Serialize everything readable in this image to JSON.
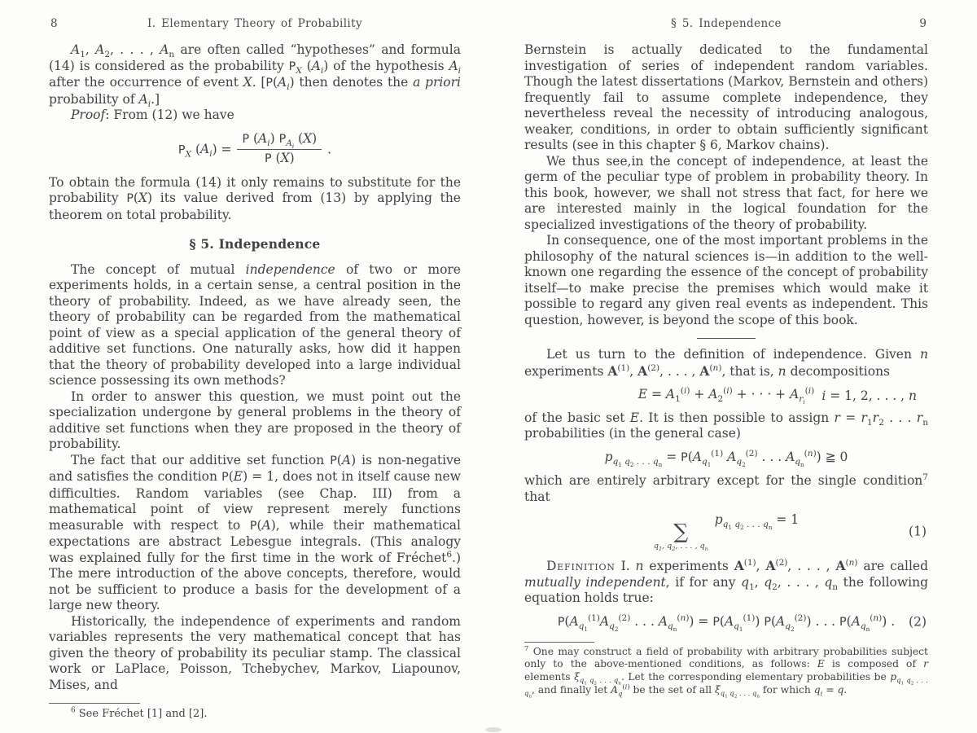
{
  "meta": {
    "page_bg": "#fdfdfc",
    "text_color": "#414141"
  },
  "left_page": {
    "page_number": "8",
    "running_title": "I.  Elementary Theory of Probability",
    "para_hypotheses": "<i>A</i><sub>1</sub>, <i>A</i><sub>2</sub>, . . . , <i>A</i><sub>n</sub> are often called “hypotheses” and formula (14) is considered as the probability <span class='pfn'>P</span><sub><i>X</i></sub> (<i>A<sub>i</sub></i>) of the hypothesis <i>A<sub>i</sub></i> after the occurrence of event <i>X</i>. [<span class='pfn'>P</span>(<i>A<sub>i</sub></i>) then denotes the <i>a priori</i> probability of <i>A<sub>i</sub></i>.]",
    "para_proof": "<i>Proof</i>: From (12) we have",
    "formula_bayes": "<span class='pfn'>P</span><sub><i>X</i></sub> (<i>A<sub>i</sub></i>) = <span class='frac'><span class='fnum'><span class='pfn'>P</span> (<i>A<sub>i</sub></i>) <span class='pfn'>P</span><sub><i>A<sub>i</sub></i></sub> (<i>X</i>)</span><span class='fden'><span class='pfn'>P</span> (<i>X</i>)</span></span> .",
    "para_obtain": "To obtain the formula (14) it only remains to substitute for the probability <span class='pfn'>P</span>(<i>X</i>) its value derived from (13) by applying the theorem on total probability.",
    "section_heading": "§ 5.  Independence",
    "para_concept": "The concept of mutual <i>independence</i> of two or more experiments holds, in a certain sense, a central position in the theory of probability. Indeed, as we have already seen, the theory of probability can be regarded from the mathematical point of view as a special application of the general theory of additive set functions. One naturally asks, how did it happen that the theory of probability developed into a large individual science possessing its own methods?",
    "para_inorder": "In order to answer this question, we must point out the specialization undergone by general problems in the theory of additive set functions when they are proposed in the theory of probability.",
    "para_fact": "The fact that our additive set function <span class='pfn'>P</span>(<i>A</i>) is non-negative and satisfies the condition <span class='pfn'>P</span>(<i>E</i>) = 1, does not in itself cause new difficulties. Random variables (see Chap. III) from a mathematical point of view represent merely functions measurable with respect to <span class='pfn'>P</span>(<i>A</i>), while their mathematical expectations are abstract Lebesgue integrals. (This analogy was explained fully for the first time in the work of Fréchet<sup>6</sup>.) The mere introduction of the above concepts, therefore, would not be sufficient to produce a basis for the development of a large new theory.",
    "para_historically": "Historically, the independence of experiments and random variables represents the very mathematical concept that has given the theory of probability its peculiar stamp. The classical work or LaPlace, Poisson, Tchebychev, Markov, Liapounov, Mises, and",
    "footnote": "<sup>6</sup> See Fréchet [1] and [2]."
  },
  "right_page": {
    "running_title": "§ 5.  Independence",
    "page_number": "9",
    "para_bernstein": "Bernstein is actually dedicated to the fundamental investigation of series of independent random variables. Though the latest dissertations (Markov, Bernstein and others) frequently fail to assume complete independence, they nevertheless reveal the necessity of introducing analogous, weaker, conditions, in order to obtain sufficiently significant results (see in this chapter § 6, Markov chains).",
    "para_wethussee": "We thus see,in the concept of independence, at least the germ of the peculiar type of problem in probability theory. In this book, however, we shall not stress that fact, for here we are interested mainly in the logical foundation for the specialized investigations of the theory of probability.",
    "para_inconsequence": "In consequence, one of the most important problems in the philosophy of the natural sciences is—in addition to the well-known one regarding the essence of the concept of probability itself—to make precise the premises which would make it possible to regard any given real events as independent. This question, however, is beyond the scope of this book.",
    "para_letusturn": "Let us turn to the definition of independence. Given <i>n</i> experiments 𝔄<sup>(1)</sup>, 𝔄<sup>(2)</sup>, . . . , 𝔄<sup>(<i>n</i>)</sup>, that is, <i>n</i> decompositions",
    "eq_decomposition": "<i>E</i> = <i>A</i><sub>1</sub><sup>(<i>i</i>)</sup> + <i>A</i><sub>2</sub><sup>(<i>i</i>)</sup> + · · · + <i>A</i><sub><i>r<sub>i</sub></i></sub><sup>(<i>i</i>)</sup>",
    "eq_decomposition_side": "<i>i</i> = 1, 2, . . . , <i>n</i>",
    "para_basicset": "of the basic set <i>E</i>. It is then possible to assign <i>r</i> = <i>r</i><sub>1</sub><i>r</i><sub>2</sub> . . . <i>r</i><sub>n</sub> probabilities (in the general case)",
    "eq_probabilities": "<i>p</i><sub><i>q</i><sub>1</sub> <i>q</i><sub>2</sub> . . . <i>q</i><sub>n</sub></sub> = <span class='pfn'>P</span>(<i>A</i><sub><i>q</i><sub>1</sub></sub><sup>(1)</sup> <i>A</i><sub><i>q</i><sub>2</sub></sub><sup>(2)</sup> . . . <i>A</i><sub><i>q</i><sub>n</sub></sub><sup>(<i>n</i>)</sup>) ≧ 0",
    "para_arbitrary": "which are entirely arbitrary except for the single condition<sup>7</sup> that",
    "eq_sum": "<span class='sum'><span class='sg'>∑</span><span class='ss'><i>q</i><sub>1</sub>, <i>q</i><sub>2</sub>, . . . , <i>q</i><sub>n</sub></span></span> <i>p</i><sub><i>q</i><sub>1</sub> <i>q</i><sub>2</sub> . . . <i>q</i><sub>n</sub></sub> = 1",
    "eq_sum_number": "(1)",
    "para_definition": "<span class='sc'>Definition</span> I. <i>n</i> experiments 𝔄<sup>(1)</sup>, 𝔄<sup>(2)</sup>, . . . , 𝔄<sup>(<i>n</i>)</sup> are called <i>mutually independent</i>, if for any <i>q</i><sub>1</sub>, <i>q</i><sub>2</sub>, . . . , <i>q</i><sub>n</sub> the following equation holds true:",
    "eq_product": "<span class='pfn'>P</span>(<i>A</i><sub><i>q</i><sub>1</sub></sub><sup>(1)</sup><i>A</i><sub><i>q</i><sub>2</sub></sub><sup>(2)</sup> . . . <i>A</i><sub><i>q</i><sub>n</sub></sub><sup>(<i>n</i>)</sup>) = <span class='pfn'>P</span>(<i>A</i><sub><i>q</i><sub>1</sub></sub><sup>(1)</sup>) <span class='pfn'>P</span>(<i>A</i><sub><i>q</i><sub>2</sub></sub><sup>(2)</sup>) . . . <span class='pfn'>P</span>(<i>A</i><sub><i>q</i><sub>n</sub></sub><sup>(<i>n</i>)</sup>)  .",
    "eq_product_number": "(2)",
    "footnote": "<sup>7</sup> One may construct a field of probability with arbitrary probabilities subject only to the above-mentioned conditions, as follows: <i>E</i> is composed of <i>r</i> elements <i>ξ</i><sub><i>q</i><sub>1</sub> <i>q</i><sub>2</sub> . . . <i>q</i><sub>n</sub></sub>. Let the corresponding elementary probabilities be <i>p</i><sub><i>q</i><sub>1</sub> <i>q</i><sub>2</sub> . . . <i>q</i><sub>n</sub></sub>, and finally let <i>A</i><sub><i>q</i></sub><sup>(<i>i</i>)</sup> be the set of all <i>ξ</i><sub><i>q</i><sub>1</sub> <i>q</i><sub>2</sub> . . . <i>q</i><sub>n</sub></sub> for which <i>q<sub>i</sub></i> = <i>q</i>."
  }
}
